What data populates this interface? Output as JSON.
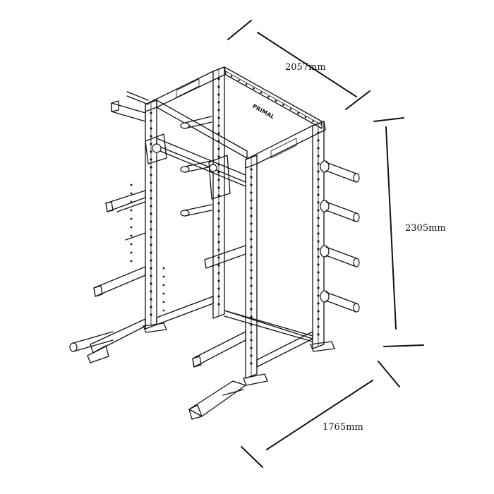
{
  "dimensions": {
    "depth": "2057mm",
    "height": "2305mm",
    "width": "1765mm"
  },
  "brand": {
    "logo_text": "PRIMAL"
  },
  "colors": {
    "line": "#111111",
    "background": "#ffffff"
  }
}
